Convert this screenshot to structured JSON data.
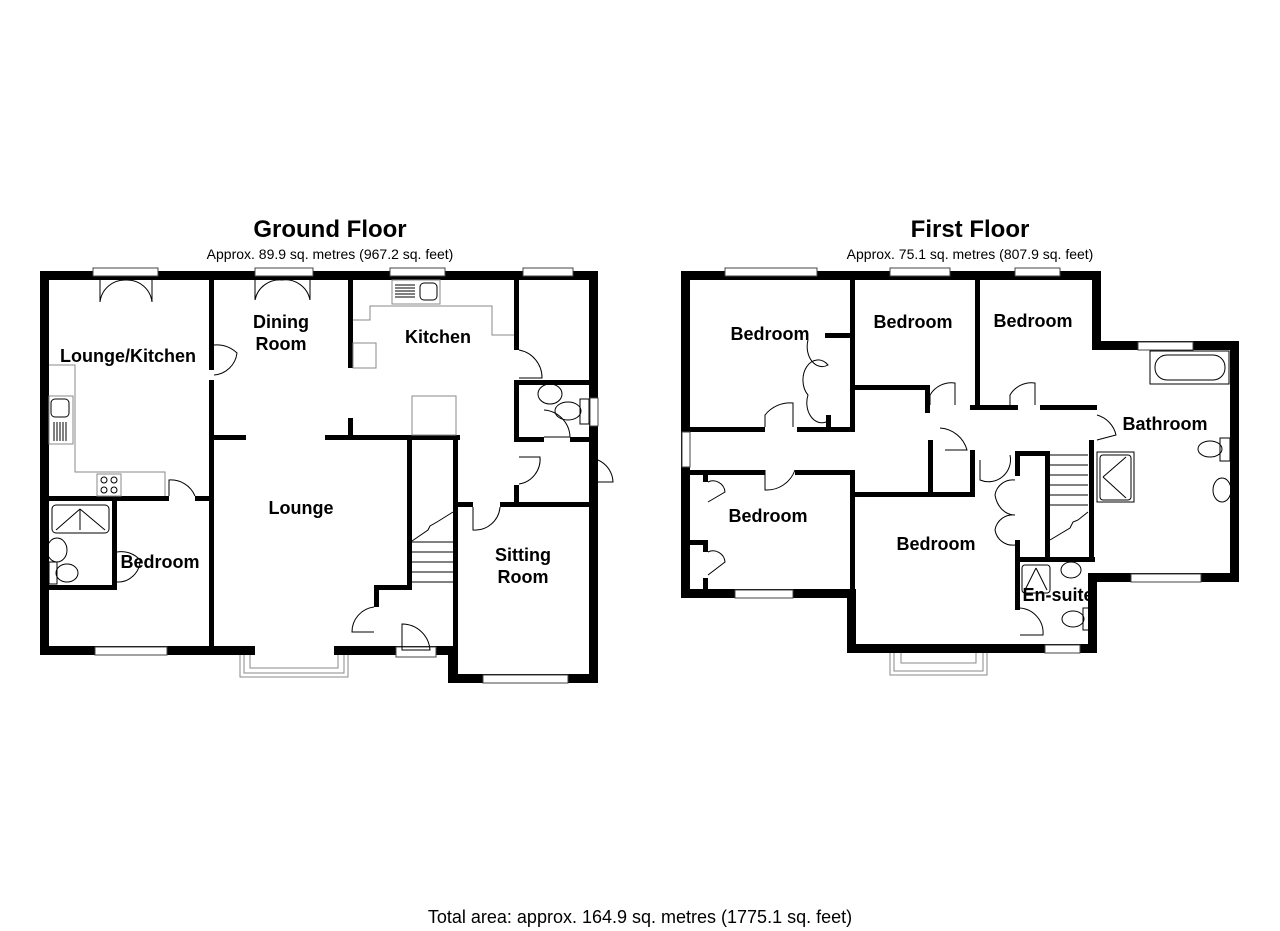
{
  "ground_floor": {
    "title": "Ground Floor",
    "area": "Approx.  89.9 sq. metres (967.2 sq. feet)",
    "rooms": {
      "lounge_kitchen": "Lounge/Kitchen",
      "dining_room_1": "Dining",
      "dining_room_2": "Room",
      "kitchen": "Kitchen",
      "lounge": "Lounge",
      "bedroom": "Bedroom",
      "sitting_room_1": "Sitting",
      "sitting_room_2": "Room"
    }
  },
  "first_floor": {
    "title": "First Floor",
    "area": "Approx.  75.1 sq. metres (807.9 sq. feet)",
    "rooms": {
      "bedroom_1": "Bedroom",
      "bedroom_2": "Bedroom",
      "bedroom_3": "Bedroom",
      "bedroom_4": "Bedroom",
      "bedroom_5": "Bedroom",
      "bathroom": "Bathroom",
      "en_suite": "En-suite"
    }
  },
  "total_area": "Total area: approx. 164.9 sq. metres (1775.1 sq. feet)"
}
